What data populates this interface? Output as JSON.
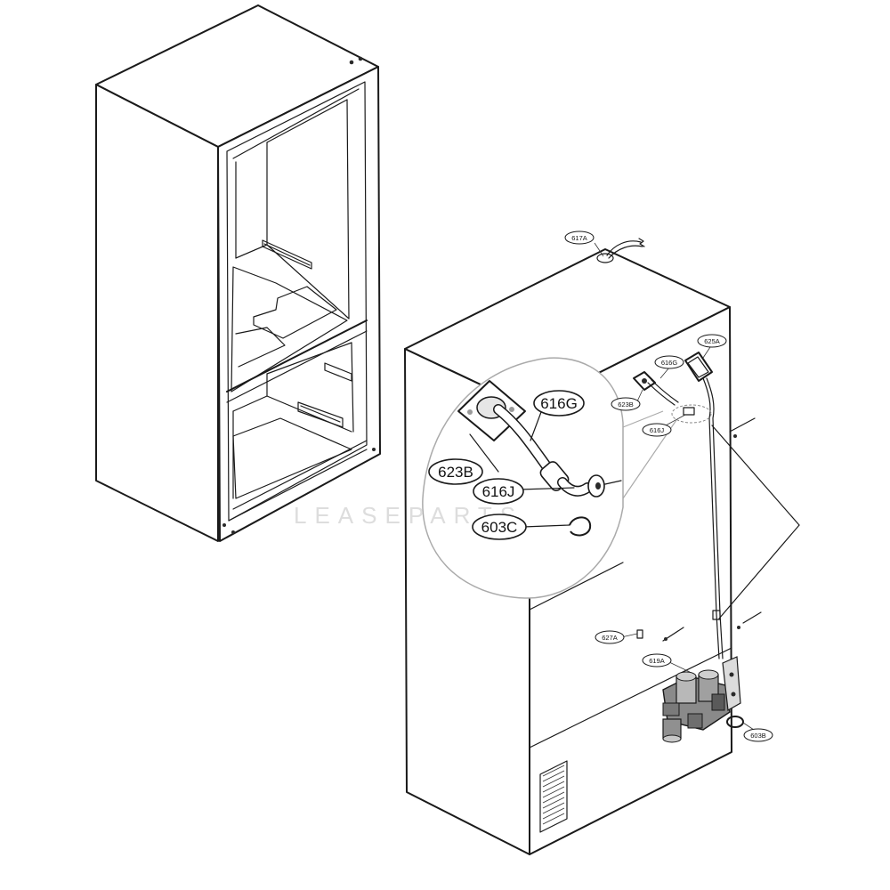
{
  "diagram": {
    "callouts": {
      "c617A": "617A",
      "c625A": "625A",
      "c616G_small": "616G",
      "c623B_small": "623B",
      "c616J_small": "616J",
      "c627A": "627A",
      "c619A": "619A",
      "c603B": "603B",
      "c616G_big": "616G",
      "c623B_big": "623B",
      "c616J_big": "616J",
      "c603C_big": "603C"
    },
    "watermark": "LEASEPARTS",
    "colors": {
      "line": "#1a1a1a",
      "background": "#ffffff",
      "watermark": "#dddddd"
    }
  }
}
